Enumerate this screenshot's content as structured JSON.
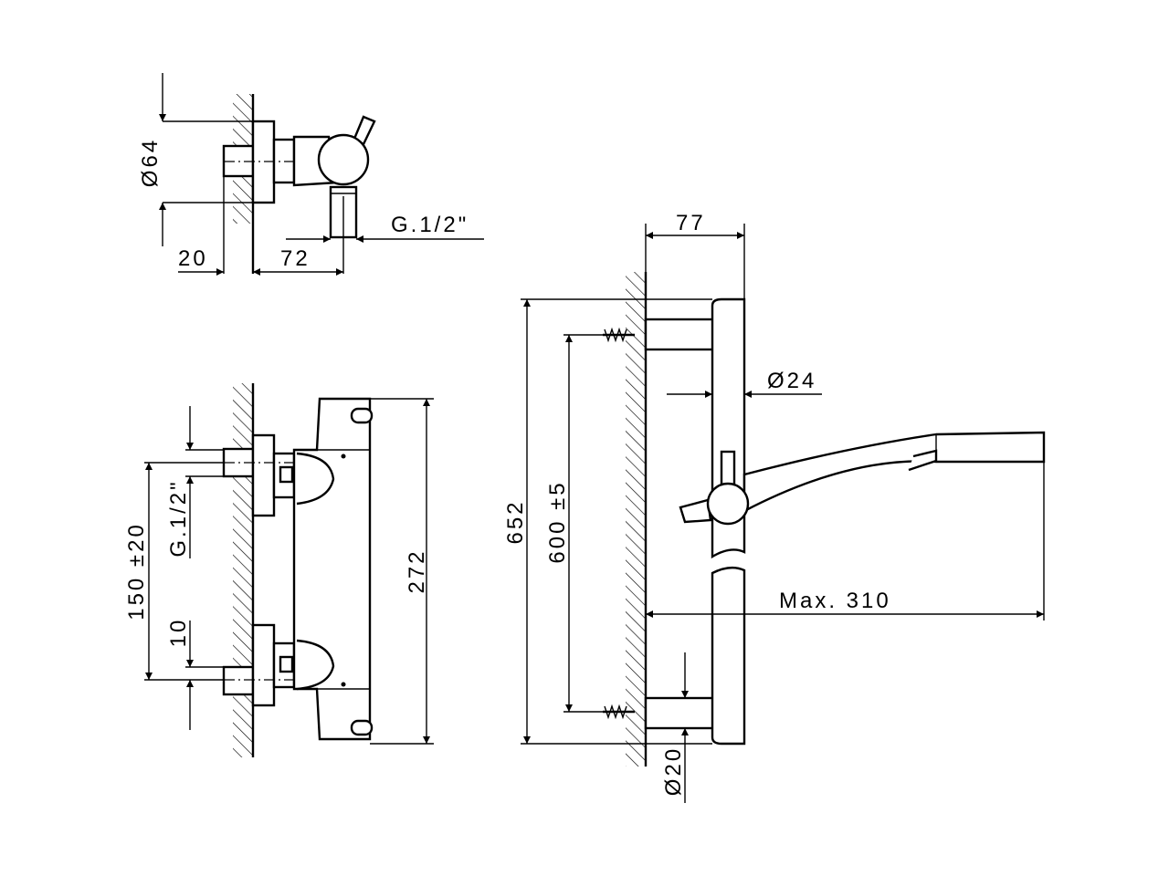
{
  "drawing": {
    "top_view": {
      "diameter": "Ø64",
      "wall_offset": "20",
      "depth": "72",
      "outlet_thread": "G.1/2\""
    },
    "front_view": {
      "inlet_spacing": "150 ±20",
      "inlet_thread": "G.1/2\"",
      "offset": "10",
      "height": "272"
    },
    "shower_rail": {
      "width": "77",
      "rail_diameter": "Ø24",
      "total_height": "652",
      "bracket_spacing": "600 ±5",
      "max_reach": "Max. 310",
      "bracket_diameter": "Ø20"
    },
    "colors": {
      "line": "#000000",
      "background": "#ffffff"
    }
  }
}
